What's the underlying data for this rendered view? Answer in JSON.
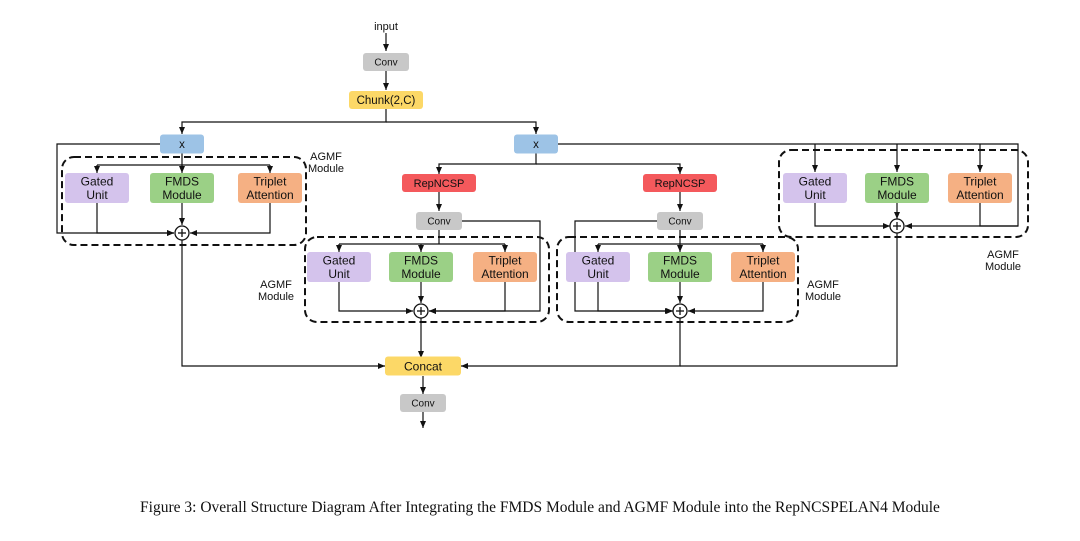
{
  "labels": {
    "input": "input",
    "conv": "Conv",
    "chunk": "Chunk(2,C)",
    "x": "x",
    "repncsp": "RepNCSP",
    "gated": "Gated\nUnit",
    "fmds": "FMDS\nModule",
    "triplet": "Triplet\nAttention",
    "agmf": "AGMF\nModule",
    "concat": "Concat",
    "plus": "+"
  },
  "colors": {
    "conv": "#c8c8c8",
    "chunk": "#fcd867",
    "x": "#9dc3e6",
    "repncsp": "#f4595c",
    "gated": "#d4c3ec",
    "fmds": "#9bd086",
    "triplet": "#f5b083",
    "concat": "#fcd867"
  },
  "caption": "Figure 3: Overall Structure Diagram After Integrating the FMDS Module and AGMF Module into the RepNCSPELAN4 Module"
}
